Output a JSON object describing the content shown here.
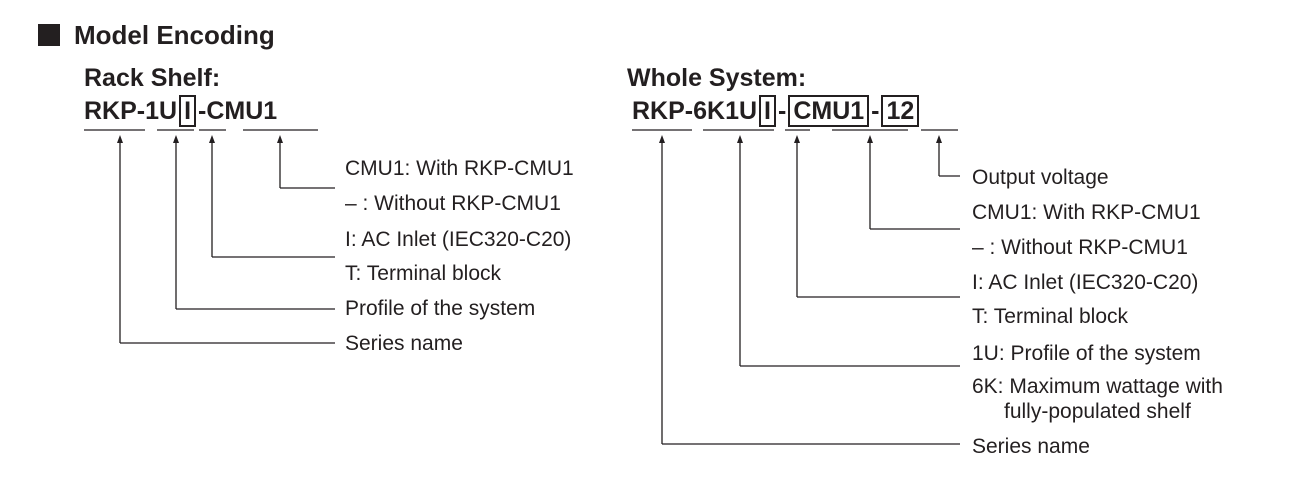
{
  "section": {
    "title": "Model Encoding"
  },
  "rack_shelf": {
    "heading": "Rack Shelf:",
    "code": {
      "series": "RKP-1U",
      "inlet": "I",
      "cmu": "-CMU1"
    },
    "descriptions": {
      "cmu_with": "CMU1: With RKP-CMU1",
      "cmu_without": "– : Without RKP-CMU1",
      "inlet_ac": "I: AC Inlet (IEC320-C20)",
      "inlet_terminal": "T: Terminal block",
      "profile": "Profile of the system",
      "series": "Series name"
    }
  },
  "whole_system": {
    "heading": "Whole System:",
    "code": {
      "series": "RKP-6K1U",
      "inlet": "I",
      "sep": "-",
      "cmu": "CMU1",
      "dash": "-",
      "voltage": "12"
    },
    "descriptions": {
      "voltage": "Output voltage",
      "cmu_with": "CMU1: With RKP-CMU1",
      "cmu_without": "– : Without RKP-CMU1",
      "inlet_ac": "I: AC Inlet (IEC320-C20)",
      "inlet_terminal": "T: Terminal block",
      "profile": "1U: Profile of the system",
      "wattage_line1": "6K: Maximum wattage with",
      "wattage_line2": "fully-populated shelf",
      "series": "Series name"
    }
  }
}
